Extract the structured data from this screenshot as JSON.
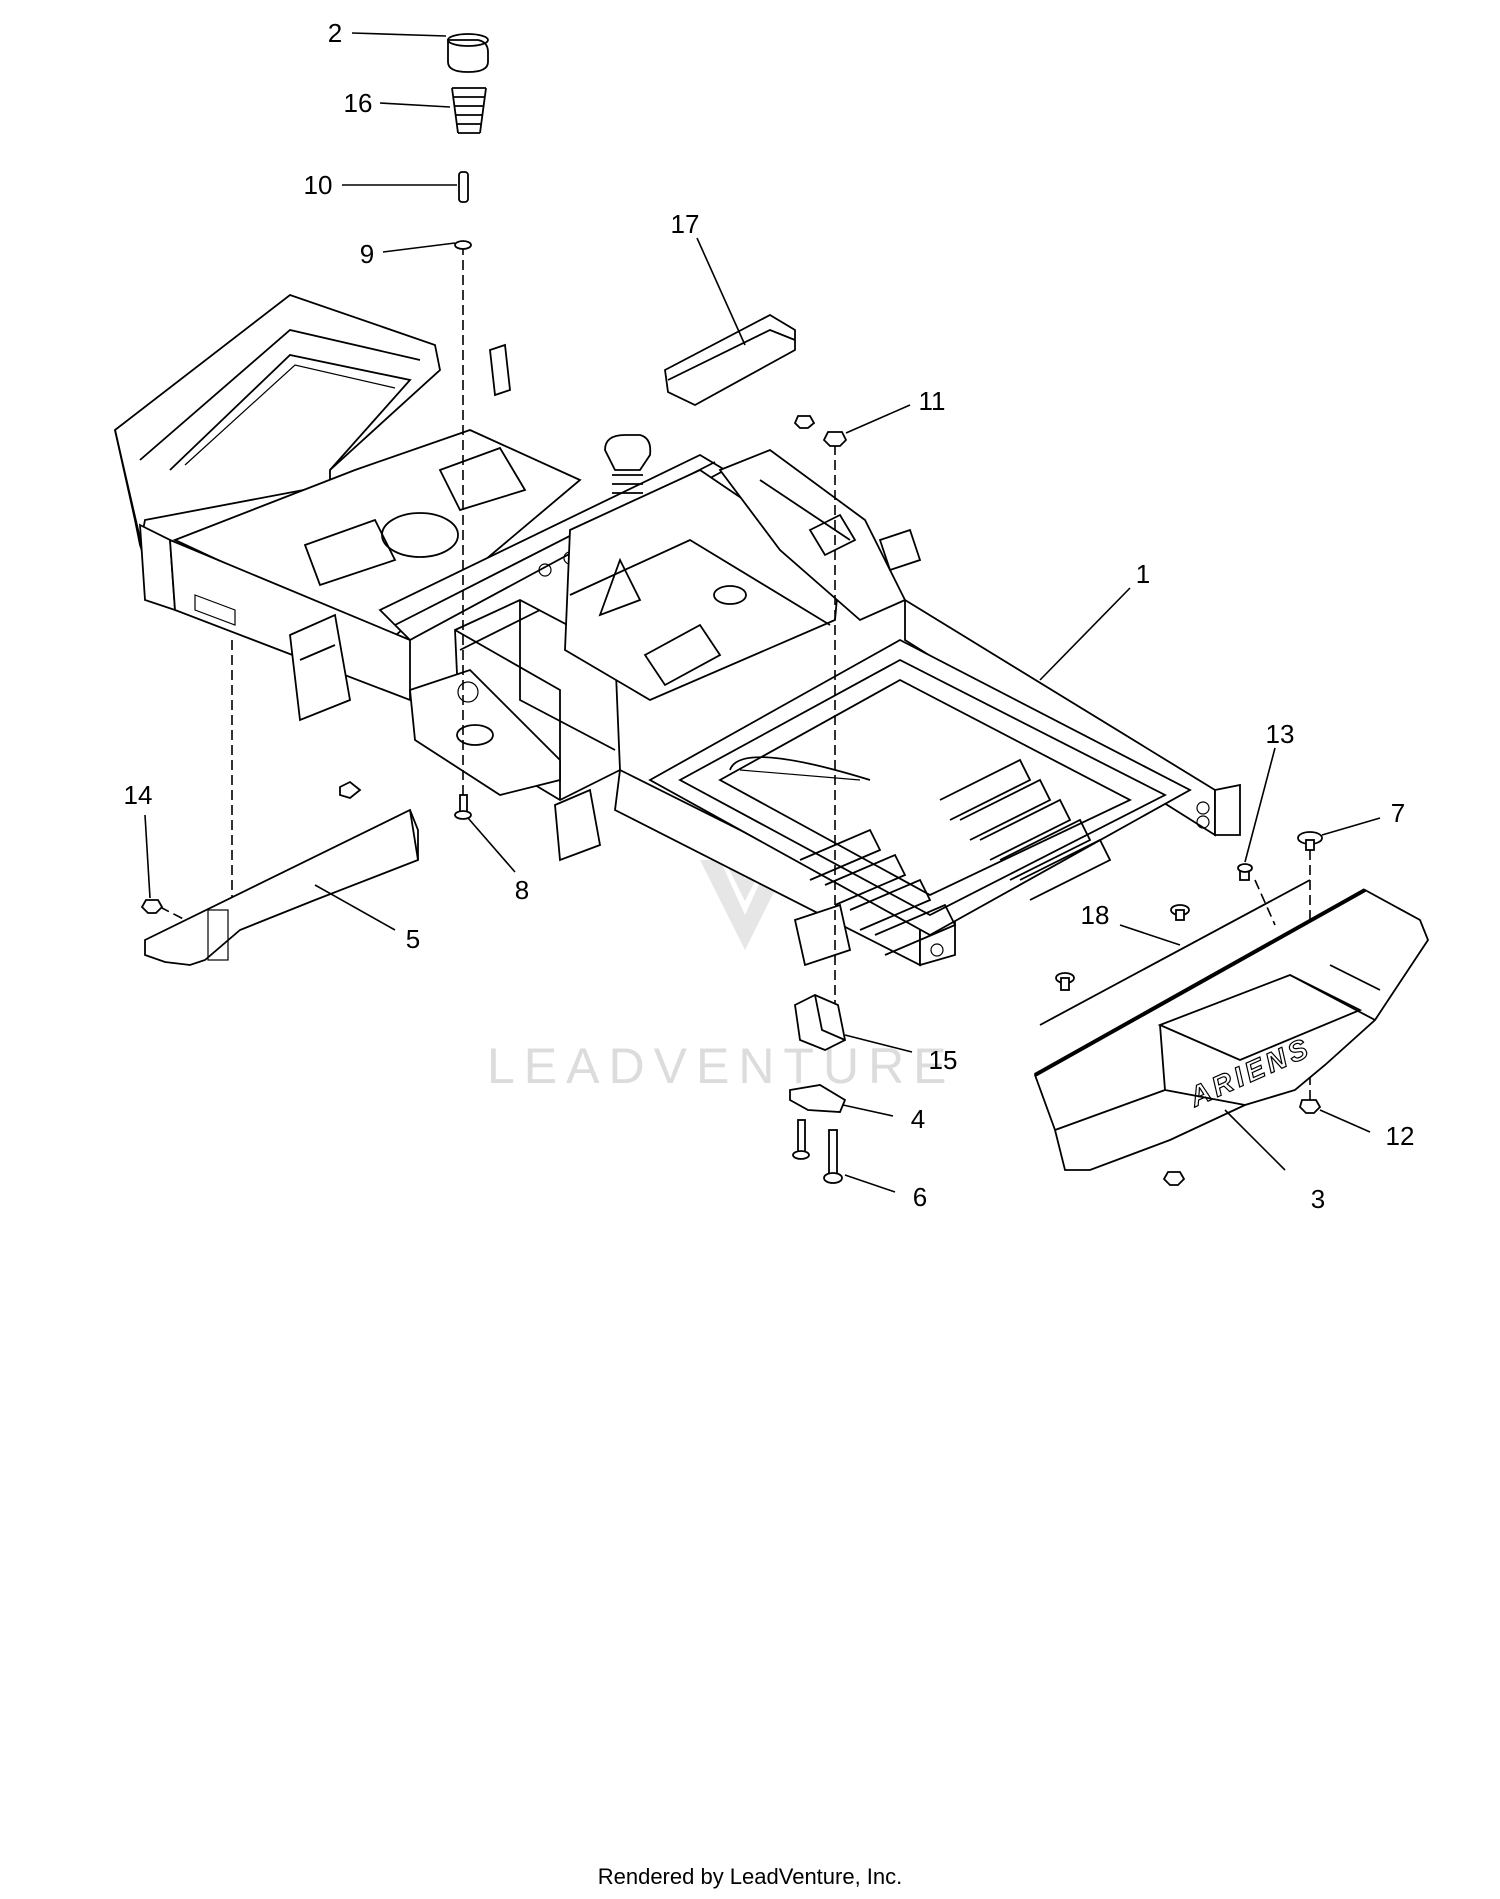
{
  "diagram": {
    "watermark": "LEADVENTURE",
    "brand_logo_text": "ARIENS",
    "footer": "Rendered by LeadVenture, Inc.",
    "callouts": [
      {
        "id": "1",
        "label": "1"
      },
      {
        "id": "2",
        "label": "2"
      },
      {
        "id": "3",
        "label": "3"
      },
      {
        "id": "4",
        "label": "4"
      },
      {
        "id": "5",
        "label": "5"
      },
      {
        "id": "6",
        "label": "6"
      },
      {
        "id": "7",
        "label": "7"
      },
      {
        "id": "8",
        "label": "8"
      },
      {
        "id": "9",
        "label": "9"
      },
      {
        "id": "10",
        "label": "10"
      },
      {
        "id": "11",
        "label": "11"
      },
      {
        "id": "12",
        "label": "12"
      },
      {
        "id": "13",
        "label": "13"
      },
      {
        "id": "14",
        "label": "14"
      },
      {
        "id": "15",
        "label": "15"
      },
      {
        "id": "16",
        "label": "16"
      },
      {
        "id": "17",
        "label": "17"
      },
      {
        "id": "18",
        "label": "18"
      }
    ]
  }
}
